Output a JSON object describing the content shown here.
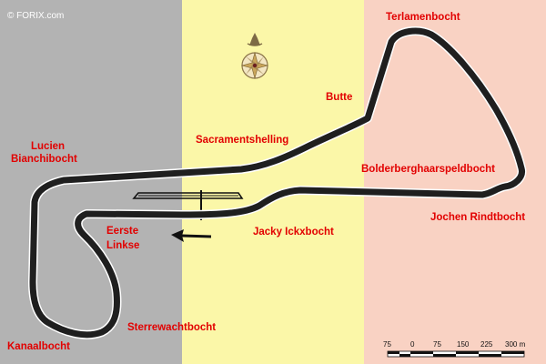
{
  "map": {
    "copyright": "© FORIX.com",
    "colors": {
      "band_left": "#b3b3b3",
      "band_middle": "#fbf7a8",
      "band_right": "#f9d2c3",
      "track": "#1f1f1f",
      "track_outline": "#ffffff",
      "label": "#e20000"
    },
    "corners": {
      "terlamenbocht": "Terlamenbocht",
      "butte": "Butte",
      "sacramentshelling": "Sacramentshelling",
      "lucien_line1": "Lucien",
      "lucien_line2": "Bianchibocht",
      "bolderberg": "Bolderberghaarspeldbocht",
      "jochen": "Jochen Rindtbocht",
      "jacky": "Jacky Ickxbocht",
      "eerste_line1": "Eerste",
      "eerste_line2": "Linkse",
      "sterrewacht": "Sterrewachtbocht",
      "kanaal": "Kanaalbocht"
    },
    "scale": {
      "labels": [
        "75",
        "0",
        "75",
        "150",
        "225",
        "300 m"
      ]
    },
    "icons": {
      "compass": "compass-rose-icon",
      "direction": "direction-arrow-icon"
    }
  }
}
